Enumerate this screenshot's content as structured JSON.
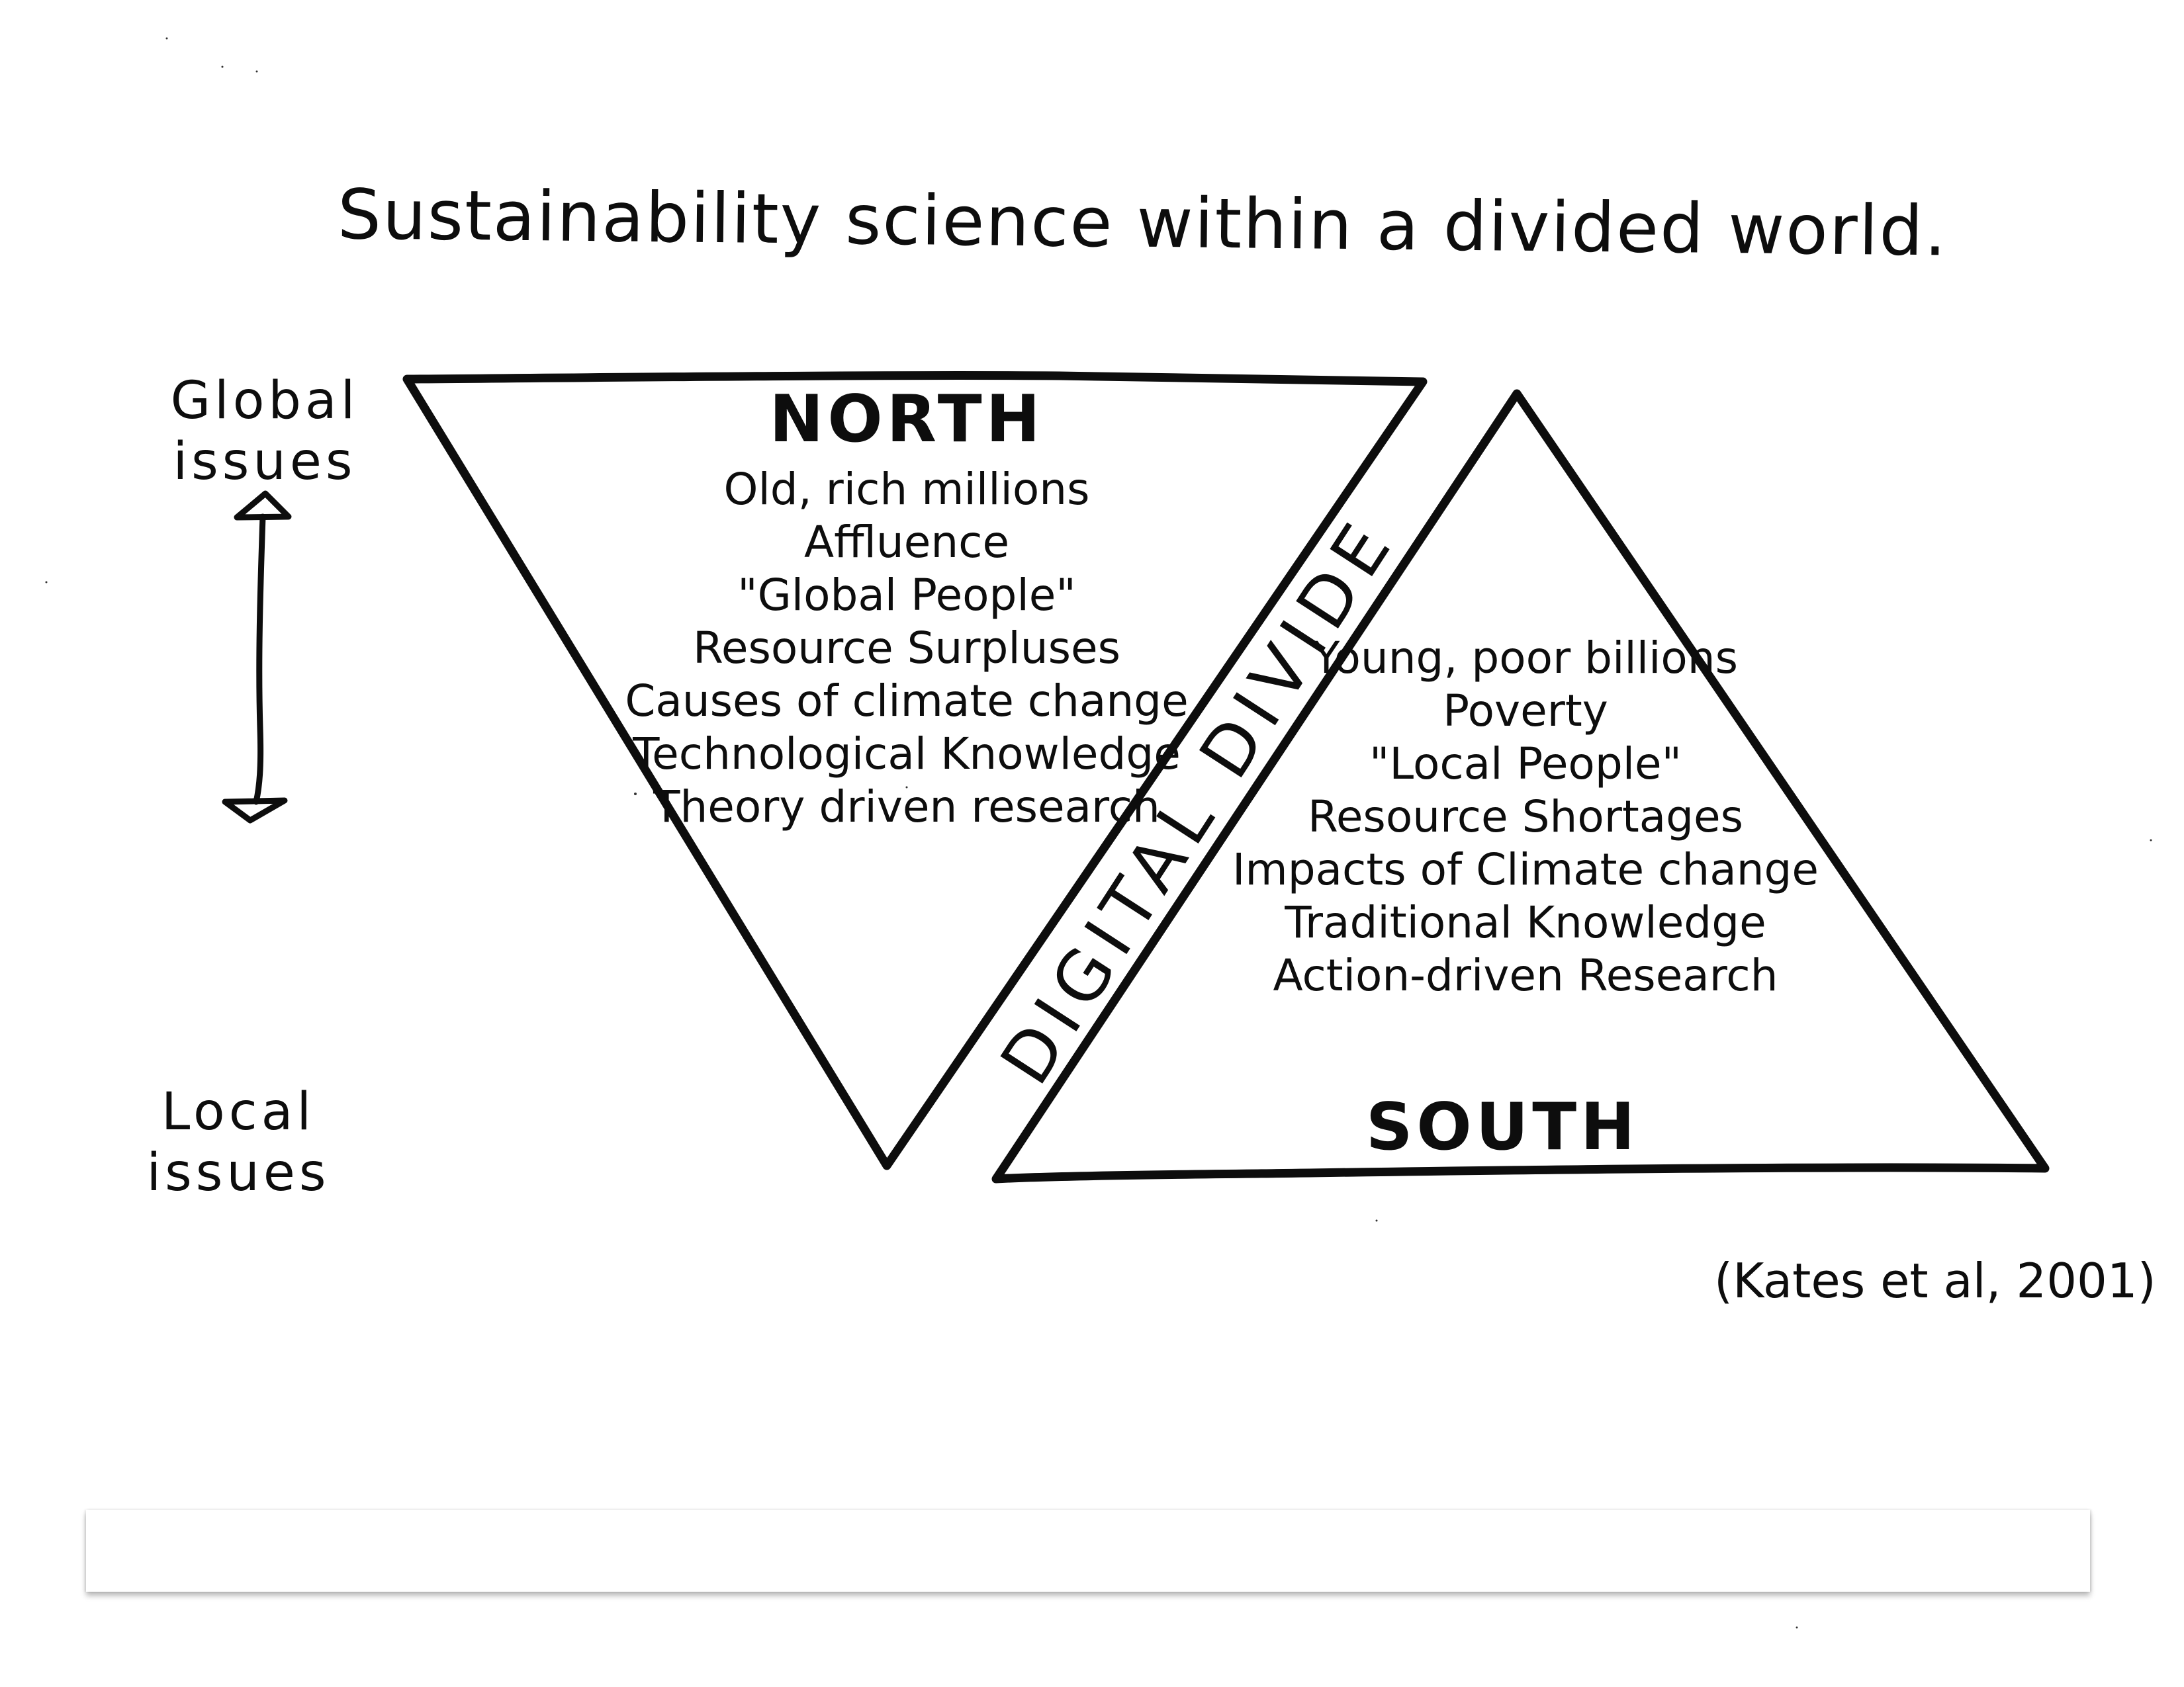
{
  "title": "Sustainability science within a divided world.",
  "axis": {
    "top_label": [
      "Global",
      "issues"
    ],
    "bottom_label": [
      "Local",
      "issues"
    ],
    "arrow_icon": "double-headed-vertical-arrow"
  },
  "north": {
    "heading": "NORTH",
    "shape": "inverted-triangle",
    "items": [
      "Old, rich millions",
      "Affluence",
      "\"Global People\"",
      "Resource Surpluses",
      "Causes of climate change",
      "Technological Knowledge",
      "Theory driven research"
    ]
  },
  "divide": {
    "label": "DIGITAL DIVIDE"
  },
  "south": {
    "heading": "SOUTH",
    "shape": "upright-triangle",
    "items": [
      "Young, poor billions",
      "Poverty",
      "\"Local People\"",
      "Resource Shortages",
      "Impacts of Climate change",
      "Traditional Knowledge",
      "Action-driven Research"
    ]
  },
  "citation": "(Kates et al, 2001)",
  "colors": {
    "ink": "#0d0d0d",
    "paper": "#ffffff",
    "panel_shadow": "#9a9a9a"
  }
}
